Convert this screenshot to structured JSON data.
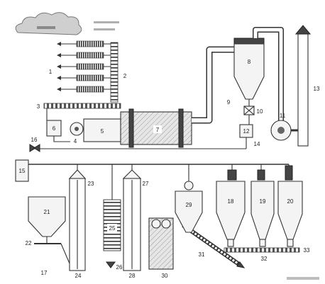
{
  "labels": {
    "n1": "1",
    "n2": "2",
    "n3": "3",
    "n4": "4",
    "n5": "5",
    "n6": "6",
    "n7": "7",
    "n8": "8",
    "n9": "9",
    "n10": "10",
    "n11": "11",
    "n12": "12",
    "n13": "13",
    "n14": "14",
    "n15": "15",
    "n16": "16",
    "n17": "17",
    "n18": "18",
    "n19": "19",
    "n20": "20",
    "n21": "21",
    "n22": "22",
    "n23": "23",
    "n24": "24",
    "n25": "25",
    "n26": "26",
    "n27": "27",
    "n28": "28",
    "n29": "29",
    "n30": "30",
    "n31": "31",
    "n32": "32",
    "n33": "33"
  },
  "colors": {
    "line": "#333333",
    "cloud": "#cfcfcf",
    "dark_parts": "#444444"
  }
}
